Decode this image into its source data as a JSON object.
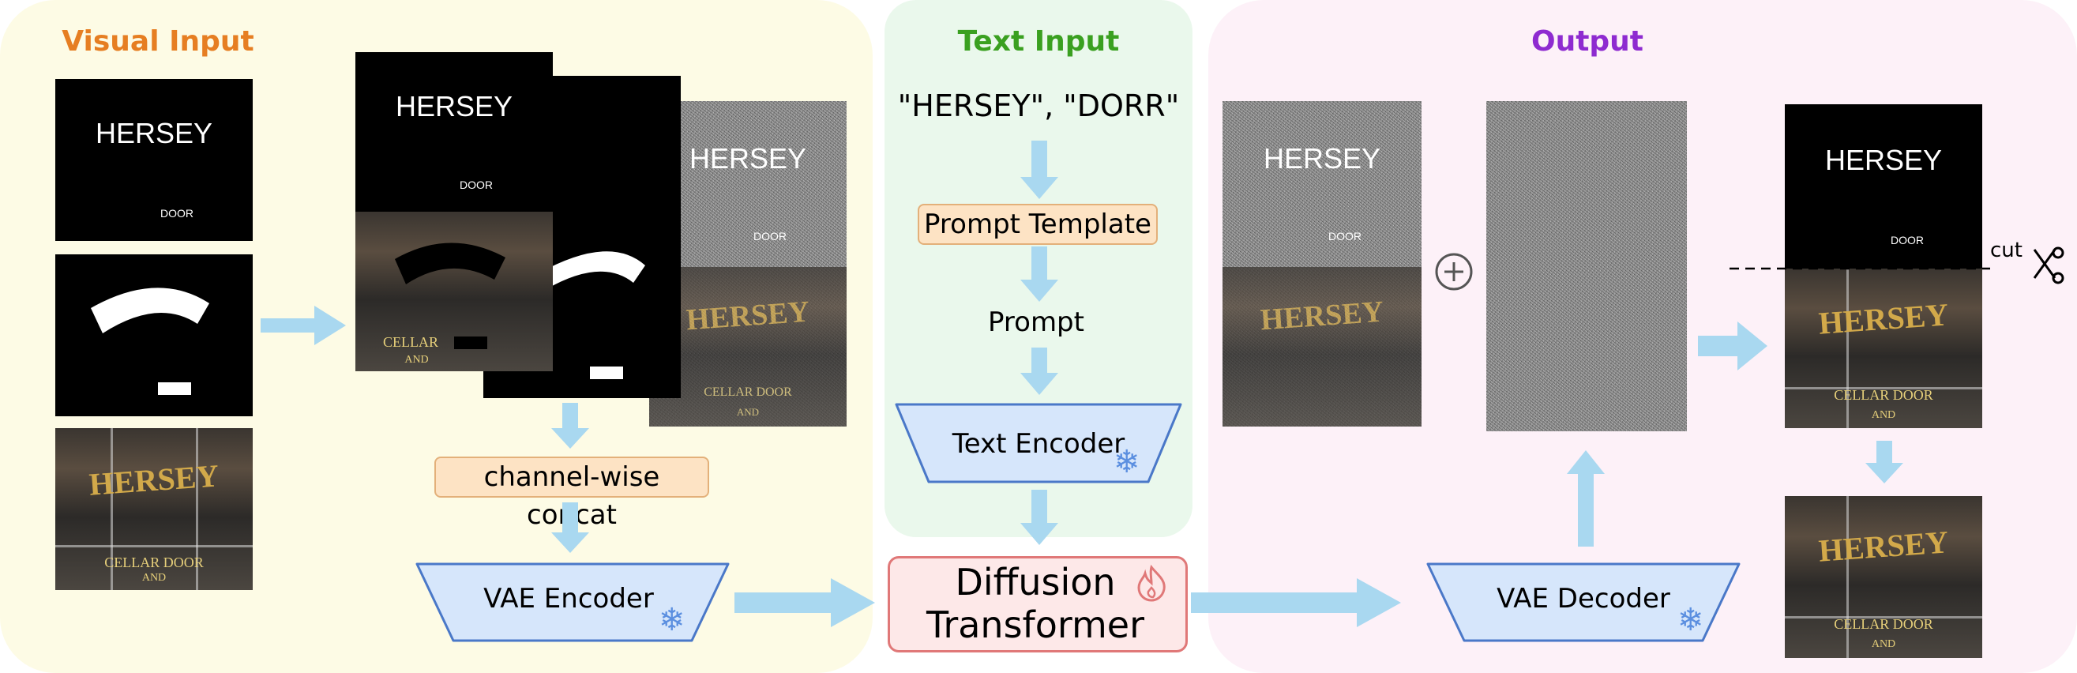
{
  "panels": {
    "visual_input": {
      "title": "Visual Input",
      "color": "#e67e22",
      "bg": "#fdfbe5"
    },
    "text_input": {
      "title": "Text Input",
      "color": "#3aa020",
      "bg": "#eaf8ec"
    },
    "output": {
      "title": "Output",
      "color": "#8e2bd0",
      "bg": "#fdf1f8"
    }
  },
  "glyph": {
    "big": "HERSEY",
    "small": "DOOR"
  },
  "scene": {
    "sign": "HERSEY",
    "line1": "CELLAR DOOR",
    "line2": "AND",
    "line_cellar": "CELLAR"
  },
  "text_input": {
    "prompt_text": "\"HERSEY\", \"DORR\""
  },
  "modules": {
    "prompt_template": "Prompt Template",
    "prompt": "Prompt",
    "text_encoder": "Text Encoder",
    "concat": "channel-wise concat",
    "vae_encoder": "VAE Encoder",
    "diffusion_line1": "Diffusion",
    "diffusion_line2": "Transformer",
    "vae_decoder": "VAE Decoder",
    "cut": "cut"
  },
  "icons": {
    "frozen": "snowflake-icon",
    "trainable": "flame-icon",
    "add": "circled-plus-icon",
    "cut": "scissors-icon"
  },
  "colors": {
    "arrow": "#a9d8f0",
    "module_fill": "#d6e6fb",
    "module_stroke": "#4a78c8",
    "diffusion_fill": "#fde8e8",
    "diffusion_stroke": "#e07878",
    "sign": "#d2a94a"
  }
}
